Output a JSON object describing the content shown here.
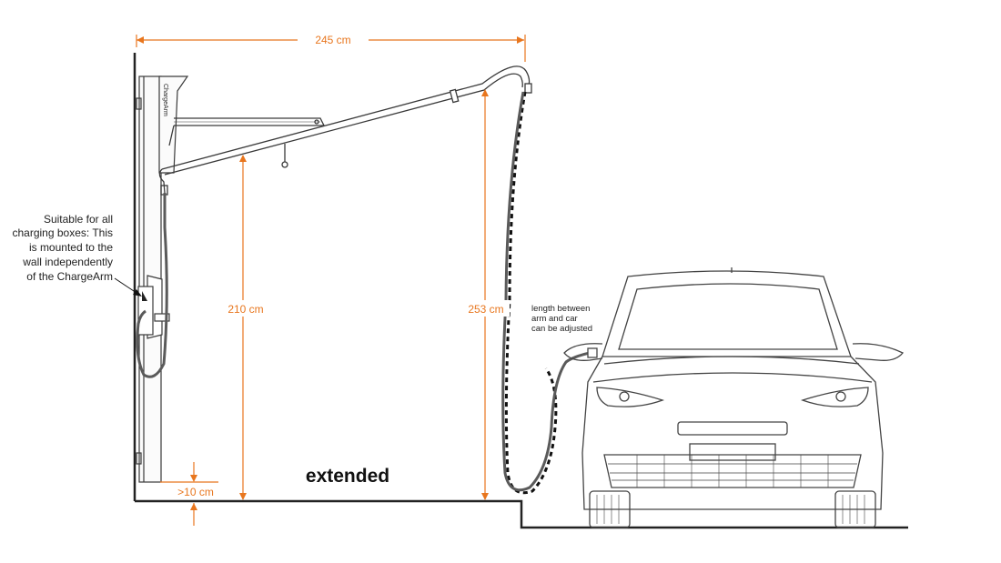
{
  "diagram": {
    "dimensions": {
      "arm_reach": "245 cm",
      "arm_pivot_height": "210 cm",
      "cable_drop_height": "253 cm",
      "ground_clearance": ">10 cm"
    },
    "notes": {
      "charging_box": [
        "Suitable for all",
        "charging boxes: This",
        "is mounted to the",
        "wall independently",
        "of the ChargeArm"
      ],
      "cable_length": [
        "length between",
        "arm and car",
        "can be adjusted"
      ]
    },
    "state_label": "extended",
    "brand_on_mount": "ChargeArm"
  },
  "colors": {
    "dimension": "#e8761e",
    "line": "#3a3a3a",
    "cable": "#5a5a5a"
  }
}
